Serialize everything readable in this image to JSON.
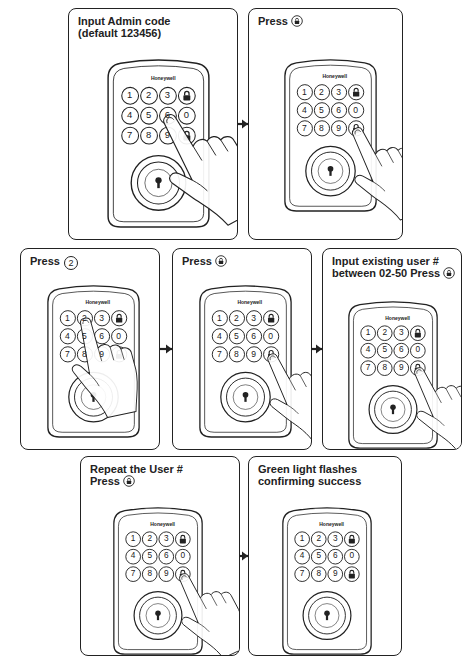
{
  "diagram": {
    "nodes": [
      {
        "text": [
          "Input Admin code (default 123456)"
        ]
      },
      {
        "text": [
          "Press"
        ]
      },
      {
        "text": [
          "Press",
          "2"
        ]
      },
      {
        "text": [
          "Press"
        ]
      },
      {
        "text": [
          "Input existing user # between 02-50 Press"
        ]
      },
      {
        "text": [
          "Repeat the User # Press"
        ]
      },
      {
        "text": [
          "Green light flashes confirming success"
        ]
      }
    ],
    "edges": [
      {
        "from": 0,
        "to": 1,
        "arrow": "to"
      },
      {
        "from": 2,
        "to": 3,
        "arrow": "to"
      },
      {
        "from": 3,
        "to": 4,
        "arrow": "to"
      },
      {
        "from": 5,
        "to": 6,
        "arrow": "to"
      }
    ],
    "labels": [
      "Honeywell",
      "1",
      "2",
      "3",
      "4",
      "5",
      "6",
      "0",
      "7",
      "8",
      "9",
      "Honeywell",
      "1",
      "2",
      "3",
      "4",
      "5",
      "6",
      "0",
      "7",
      "8",
      "9",
      "Honeywell",
      "1",
      "2",
      "3",
      "4",
      "5",
      "6",
      "0",
      "7",
      "8",
      "9",
      "Honeywell",
      "1",
      "2",
      "3",
      "4",
      "5",
      "6",
      "0",
      "7",
      "8",
      "9",
      "Honeywell",
      "1",
      "2",
      "3",
      "4",
      "5",
      "6",
      "0",
      "7",
      "8",
      "9",
      "Honeywell",
      "1",
      "2",
      "3",
      "4",
      "5",
      "6",
      "0",
      "7",
      "8",
      "9",
      "Honeywell",
      "1",
      "2",
      "3",
      "4",
      "5",
      "6",
      "0",
      "7",
      "8",
      "9"
    ]
  }
}
